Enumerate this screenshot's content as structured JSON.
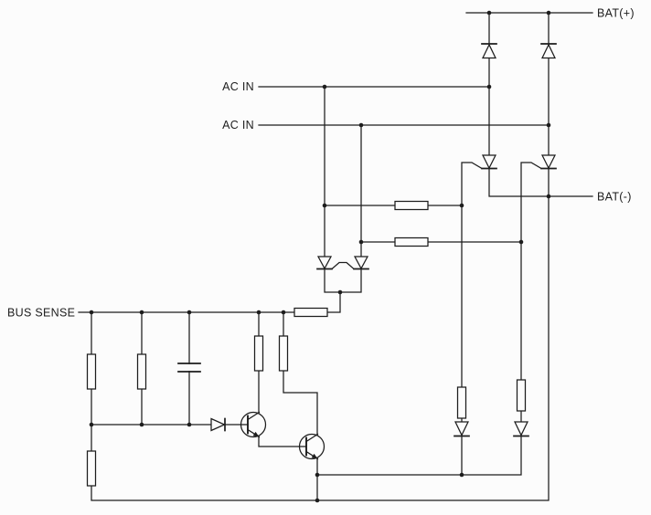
{
  "colors": {
    "ink": "#1d1d1d",
    "paper": "#fcfcfc"
  },
  "labels": {
    "bat_plus": "BAT(+)",
    "ac_in_top": "AC IN",
    "ac_in_bottom": "AC IN",
    "bat_minus": "BAT(-)",
    "bus_sense": "BUS SENSE"
  },
  "schematic": {
    "type": "circuit-schematic",
    "components": {
      "rectifier_diodes": 2,
      "main_scrs": 2,
      "trigger_scrs": 2,
      "transistors": 2,
      "resistors": 10,
      "capacitors": 1,
      "lower_diodes": 2,
      "signal_diodes": 1,
      "junction_dots": 23
    }
  }
}
